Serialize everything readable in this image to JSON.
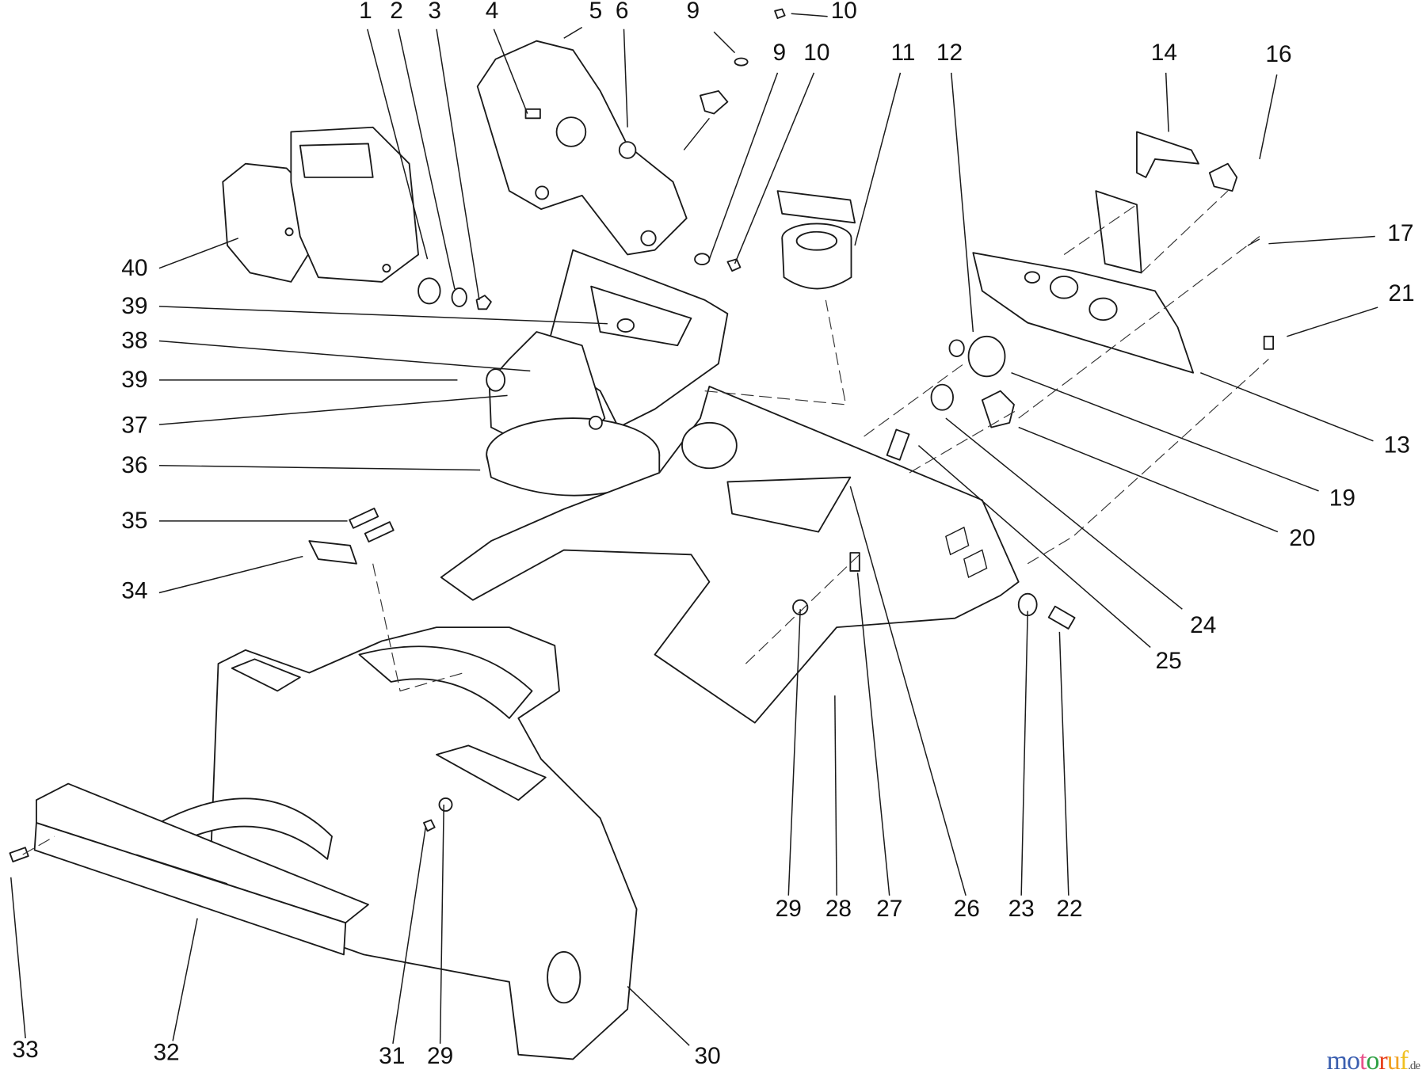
{
  "callouts": [
    {
      "label": "1"
    },
    {
      "label": "2"
    },
    {
      "label": "3"
    },
    {
      "label": "4"
    },
    {
      "label": "5"
    },
    {
      "label": "6"
    },
    {
      "label": "9"
    },
    {
      "label": "10"
    },
    {
      "label": "9"
    },
    {
      "label": "10"
    },
    {
      "label": "11"
    },
    {
      "label": "12"
    },
    {
      "label": "14"
    },
    {
      "label": "16"
    },
    {
      "label": "17"
    },
    {
      "label": "21"
    },
    {
      "label": "13"
    },
    {
      "label": "19"
    },
    {
      "label": "20"
    },
    {
      "label": "24"
    },
    {
      "label": "25"
    },
    {
      "label": "22"
    },
    {
      "label": "23"
    },
    {
      "label": "26"
    },
    {
      "label": "27"
    },
    {
      "label": "28"
    },
    {
      "label": "29"
    },
    {
      "label": "30"
    },
    {
      "label": "29"
    },
    {
      "label": "31"
    },
    {
      "label": "32"
    },
    {
      "label": "33"
    },
    {
      "label": "34"
    },
    {
      "label": "35"
    },
    {
      "label": "36"
    },
    {
      "label": "37"
    },
    {
      "label": "39"
    },
    {
      "label": "38"
    },
    {
      "label": "39"
    },
    {
      "label": "40"
    }
  ],
  "watermark": {
    "letters": [
      "m",
      "o",
      "t",
      "o",
      "r",
      "u",
      "f"
    ],
    "colors": [
      "#3b5fb0",
      "#3b5fb0",
      "#e8508a",
      "#2ea043",
      "#e8401c",
      "#f0a020",
      "#f0c020"
    ],
    "suffix": ".de"
  }
}
